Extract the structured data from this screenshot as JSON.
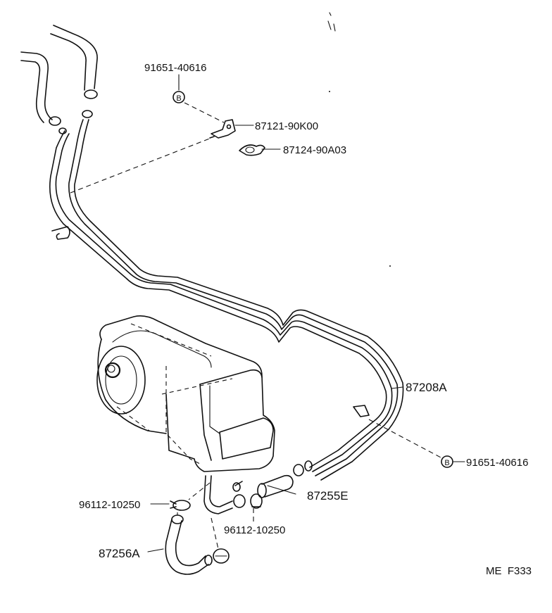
{
  "labels": {
    "bolt_top": "91651-40616",
    "bracket": "87121-90K00",
    "clamp": "87124-90A03",
    "pipe": "87208A",
    "bolt_right": "91651-40616",
    "hose_e": "87255E",
    "clip_left": "96112-10250",
    "clip_mid": "96112-10250",
    "hose_a": "87256A",
    "ref_code": "ME  F333"
  },
  "markers": {
    "b_top": "B",
    "b_right": "B"
  }
}
